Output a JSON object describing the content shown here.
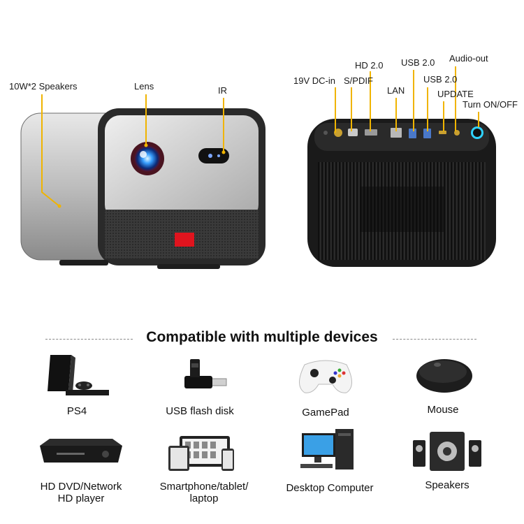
{
  "callouts": {
    "speakers": "10W*2 Speakers",
    "lens": "Lens",
    "ir": "IR",
    "dc_in": "19V DC-in",
    "spdif": "S/PDIF",
    "hd": "HD 2.0",
    "lan": "LAN",
    "usb_a": "USB 2.0",
    "usb_b": "USB 2.0",
    "update": "UPDATE",
    "audio_out": "Audio-out",
    "power": "Turn ON/OFF"
  },
  "section_title": "Compatible with multiple devices",
  "devices": [
    {
      "label": "PS4",
      "icon": "ps4-console-icon"
    },
    {
      "label": "USB flash disk",
      "icon": "usb-flash-disk-icon"
    },
    {
      "label": "GamePad",
      "icon": "gamepad-icon"
    },
    {
      "label": "Mouse",
      "icon": "mouse-icon"
    },
    {
      "label": "HD DVD/Network\nHD player",
      "icon": "dvd-player-icon"
    },
    {
      "label": "Smartphone/tablet/\nlaptop",
      "icon": "mobile-devices-icon"
    },
    {
      "label": "Desktop Computer",
      "icon": "desktop-computer-icon"
    },
    {
      "label": "Speakers",
      "icon": "speakers-icon"
    }
  ],
  "colors": {
    "accent": "#f0b400",
    "badge": "#e0141e",
    "body_dark": "#2b2b2b",
    "body_silver": "#c8c8c8"
  }
}
